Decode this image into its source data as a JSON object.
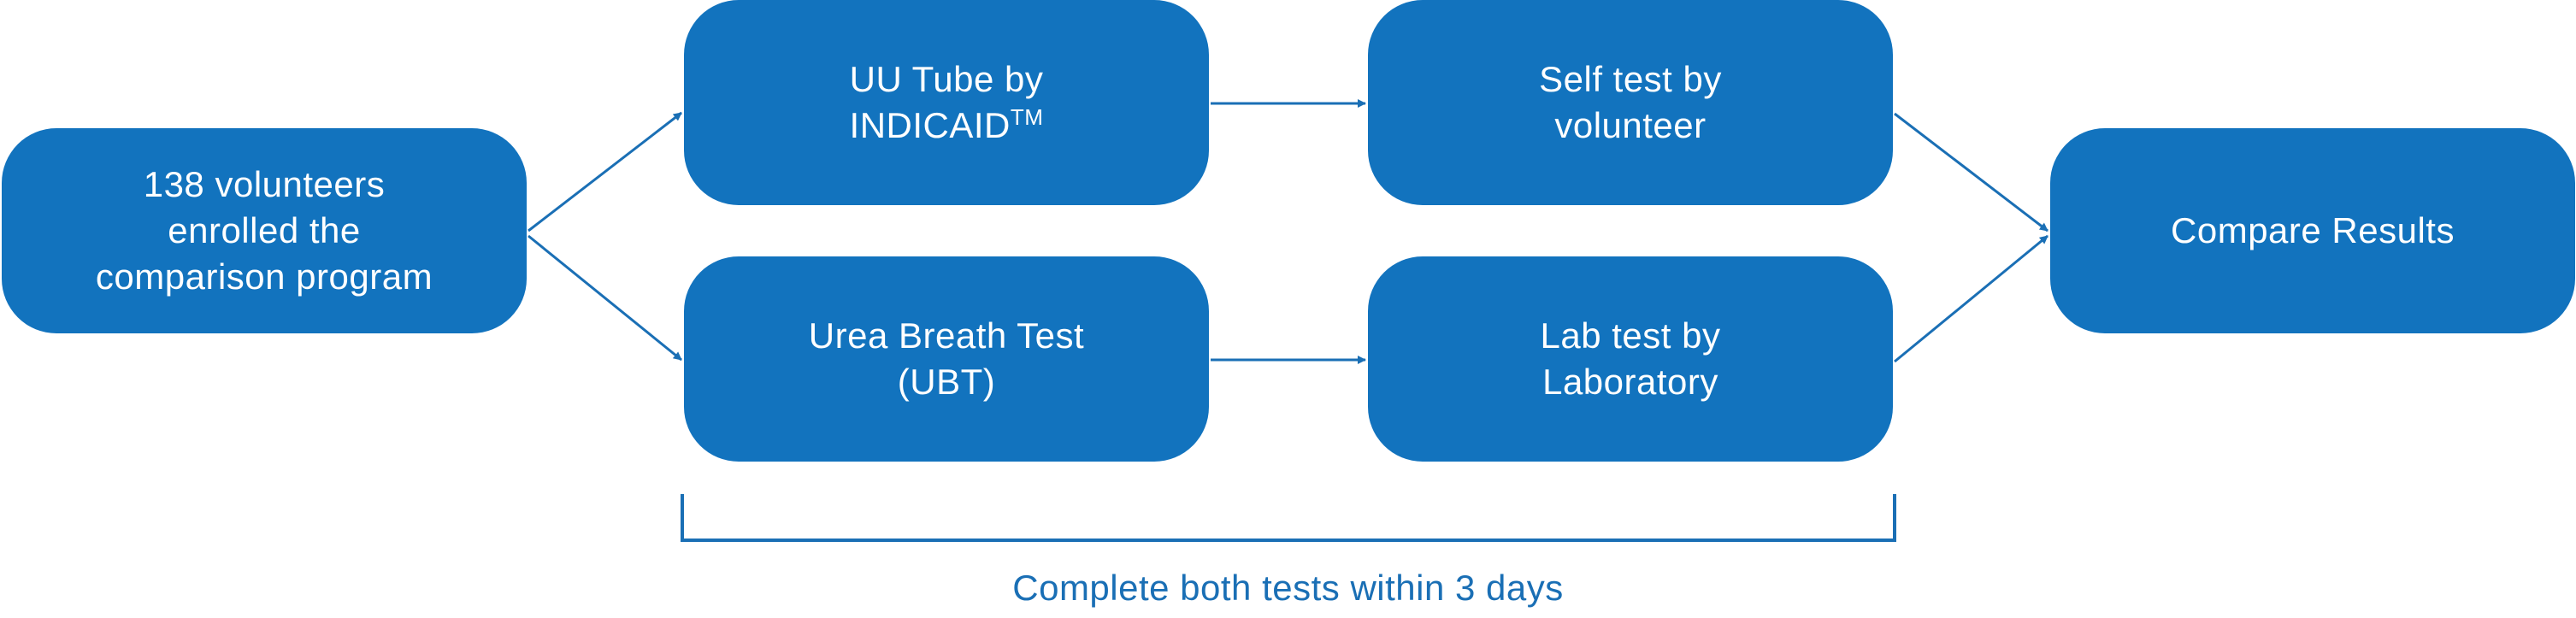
{
  "colors": {
    "box_fill": "#1273be",
    "box_text": "#ffffff",
    "connector": "#1a6fb5",
    "caption_text": "#1a6fb5"
  },
  "nodes": {
    "start": {
      "lines": [
        "138 volunteers",
        "enrolled the",
        "comparison program"
      ]
    },
    "uu_tube": {
      "line1": "UU Tube by",
      "line2": "INDICAID",
      "superscript": "TM"
    },
    "ubt": {
      "lines": [
        "Urea Breath Test",
        "(UBT)"
      ]
    },
    "self_test": {
      "lines": [
        "Self test by",
        "volunteer"
      ]
    },
    "lab_test": {
      "lines": [
        "Lab test by",
        "Laboratory"
      ]
    },
    "compare": {
      "lines": [
        "Compare Results"
      ]
    }
  },
  "caption": "Complete both tests within 3 days"
}
